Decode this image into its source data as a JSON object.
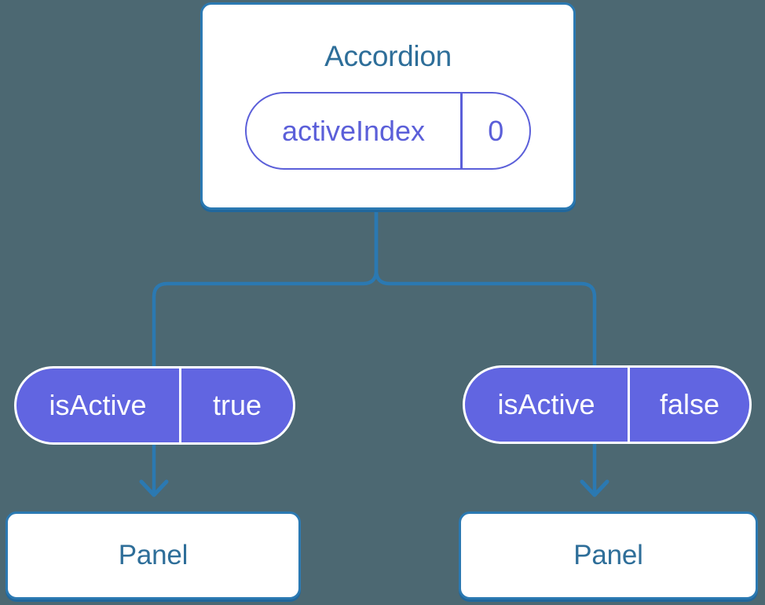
{
  "diagram": {
    "root": {
      "name": "Accordion",
      "state": {
        "label": "activeIndex",
        "value": "0"
      }
    },
    "children": [
      {
        "prop": {
          "label": "isActive",
          "value": "true"
        },
        "node": "Panel"
      },
      {
        "prop": {
          "label": "isActive",
          "value": "false"
        },
        "node": "Panel"
      }
    ],
    "colors": {
      "background": "#4c6872",
      "line_blue": "#2b79b2",
      "component_text_blue": "#2e6e99",
      "purple_stroke": "#5b5fd9",
      "purple_fill": "#6165e1",
      "node_fill": "#ffffff"
    }
  }
}
